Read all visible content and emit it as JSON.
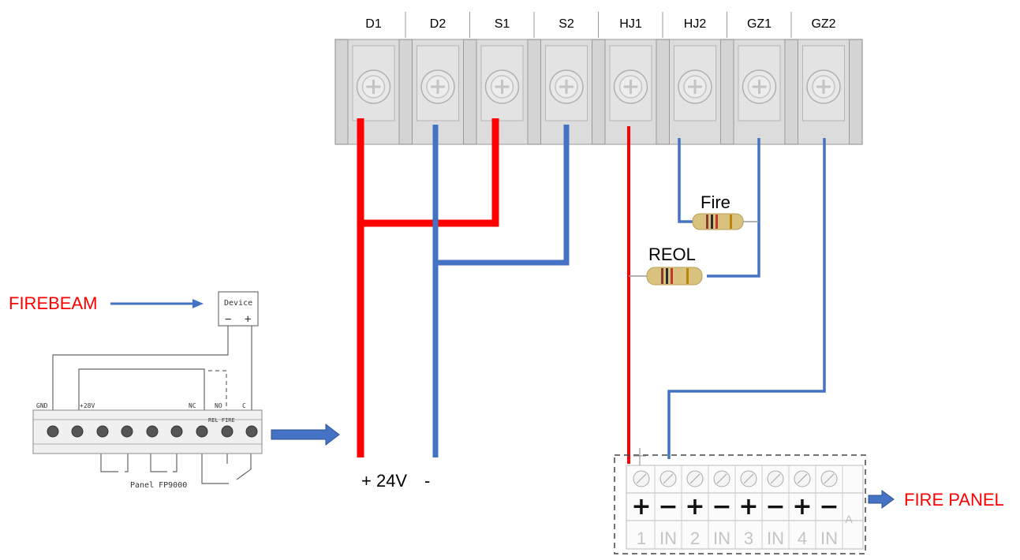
{
  "terminal_block": {
    "terminals": [
      "D1",
      "D2",
      "S1",
      "S2",
      "HJ1",
      "HJ2",
      "GZ1",
      "GZ2"
    ]
  },
  "resistors": {
    "fire_label": "Fire",
    "reol_label": "REOL"
  },
  "firebeam": {
    "label": "FIREBEAM",
    "device_label": "Device",
    "device_minus": "−",
    "device_plus": "+"
  },
  "panel_fp9000": {
    "label": "Panel FP9000",
    "pins": [
      "GND",
      "+28V",
      "NC",
      "NO",
      "C"
    ],
    "sublabel": "REL FIRE"
  },
  "supply": {
    "label_plus": "+ 24V",
    "label_minus": "-"
  },
  "fire_panel": {
    "label": "FIRE PANEL",
    "polarity": [
      "+",
      "−",
      "+",
      "−",
      "+",
      "−",
      "+",
      "−"
    ],
    "inputs": [
      "1",
      "IN",
      "2",
      "IN",
      "3",
      "IN",
      "4",
      "IN"
    ],
    "tail": "A"
  },
  "colors": {
    "positive_wire": "#ff0000",
    "negative_wire": "#4472c4",
    "label_red": "#ff0000",
    "arrow": "#4472c4",
    "terminal_body": "#d0d0d0"
  }
}
